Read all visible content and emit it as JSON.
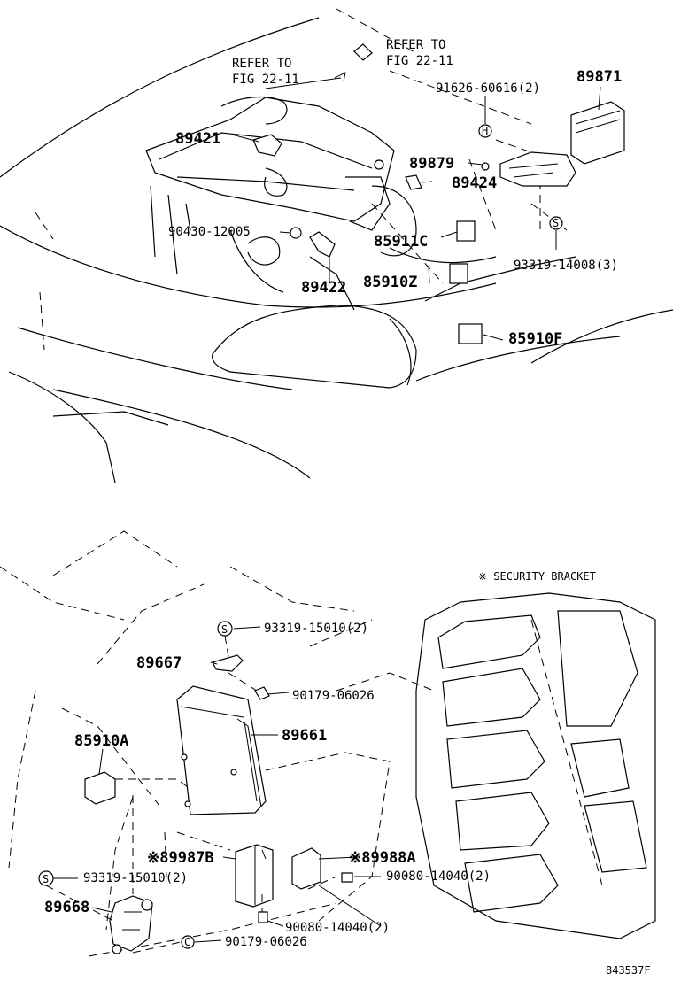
{
  "top": {
    "refer_left_line1": "REFER TO",
    "refer_left_line2": "FIG 22-11",
    "refer_right_line1": "REFER TO",
    "refer_right_line2": "FIG 22-11",
    "p89871": "89871",
    "p91626": "91626-60616(2)",
    "p89421": "89421",
    "p89879": "89879",
    "p89424": "89424",
    "p90430": "90430-12005",
    "p85911C": "85911C",
    "p93319_14008": "93319-14008(3)",
    "p89422": "89422",
    "p85910Z": "85910Z",
    "p85910F": "85910F"
  },
  "bottom": {
    "security_note": "※ SECURITY BRACKET",
    "p93319_15010_top": "93319-15010(2)",
    "p89667": "89667",
    "p90179_06026_top": "90179-06026",
    "p89661": "89661",
    "p85910A": "85910A",
    "p89987B": "※89987B",
    "p89988A": "※89988A",
    "p93319_15010_bottom": "93319-15010(2)",
    "p90080_a": "90080-14040(2)",
    "p89668": "89668",
    "p90080_b": "90080-14040(2)",
    "p90179_06026_bottom": "90179-06026"
  },
  "figure_code": "843537F",
  "glyphs": {
    "s_mark": "S",
    "h_mark": "H",
    "c_mark": "C"
  }
}
